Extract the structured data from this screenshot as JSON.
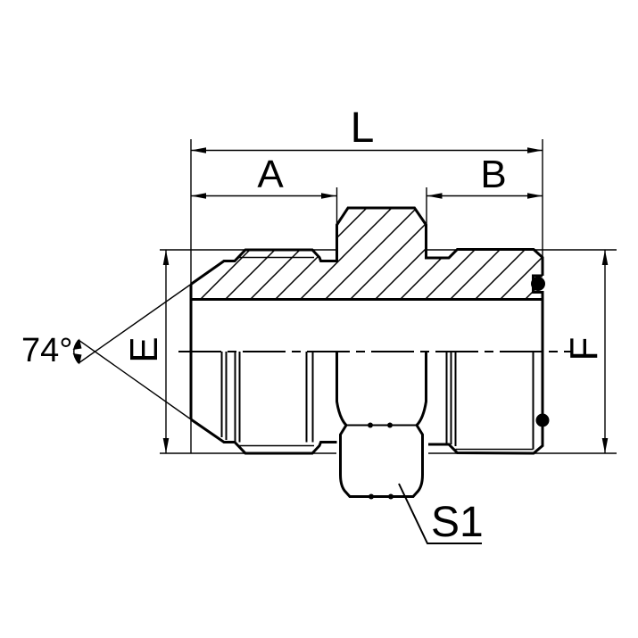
{
  "diagram": {
    "description_labels": {
      "overall_length": "L",
      "dim_a": "A",
      "dim_b": "B",
      "dim_e": "E",
      "dim_f": "F",
      "cone_angle": "74°",
      "hex_size": "S1"
    },
    "colors": {
      "background": "#ffffff",
      "line": "#000000"
    }
  }
}
